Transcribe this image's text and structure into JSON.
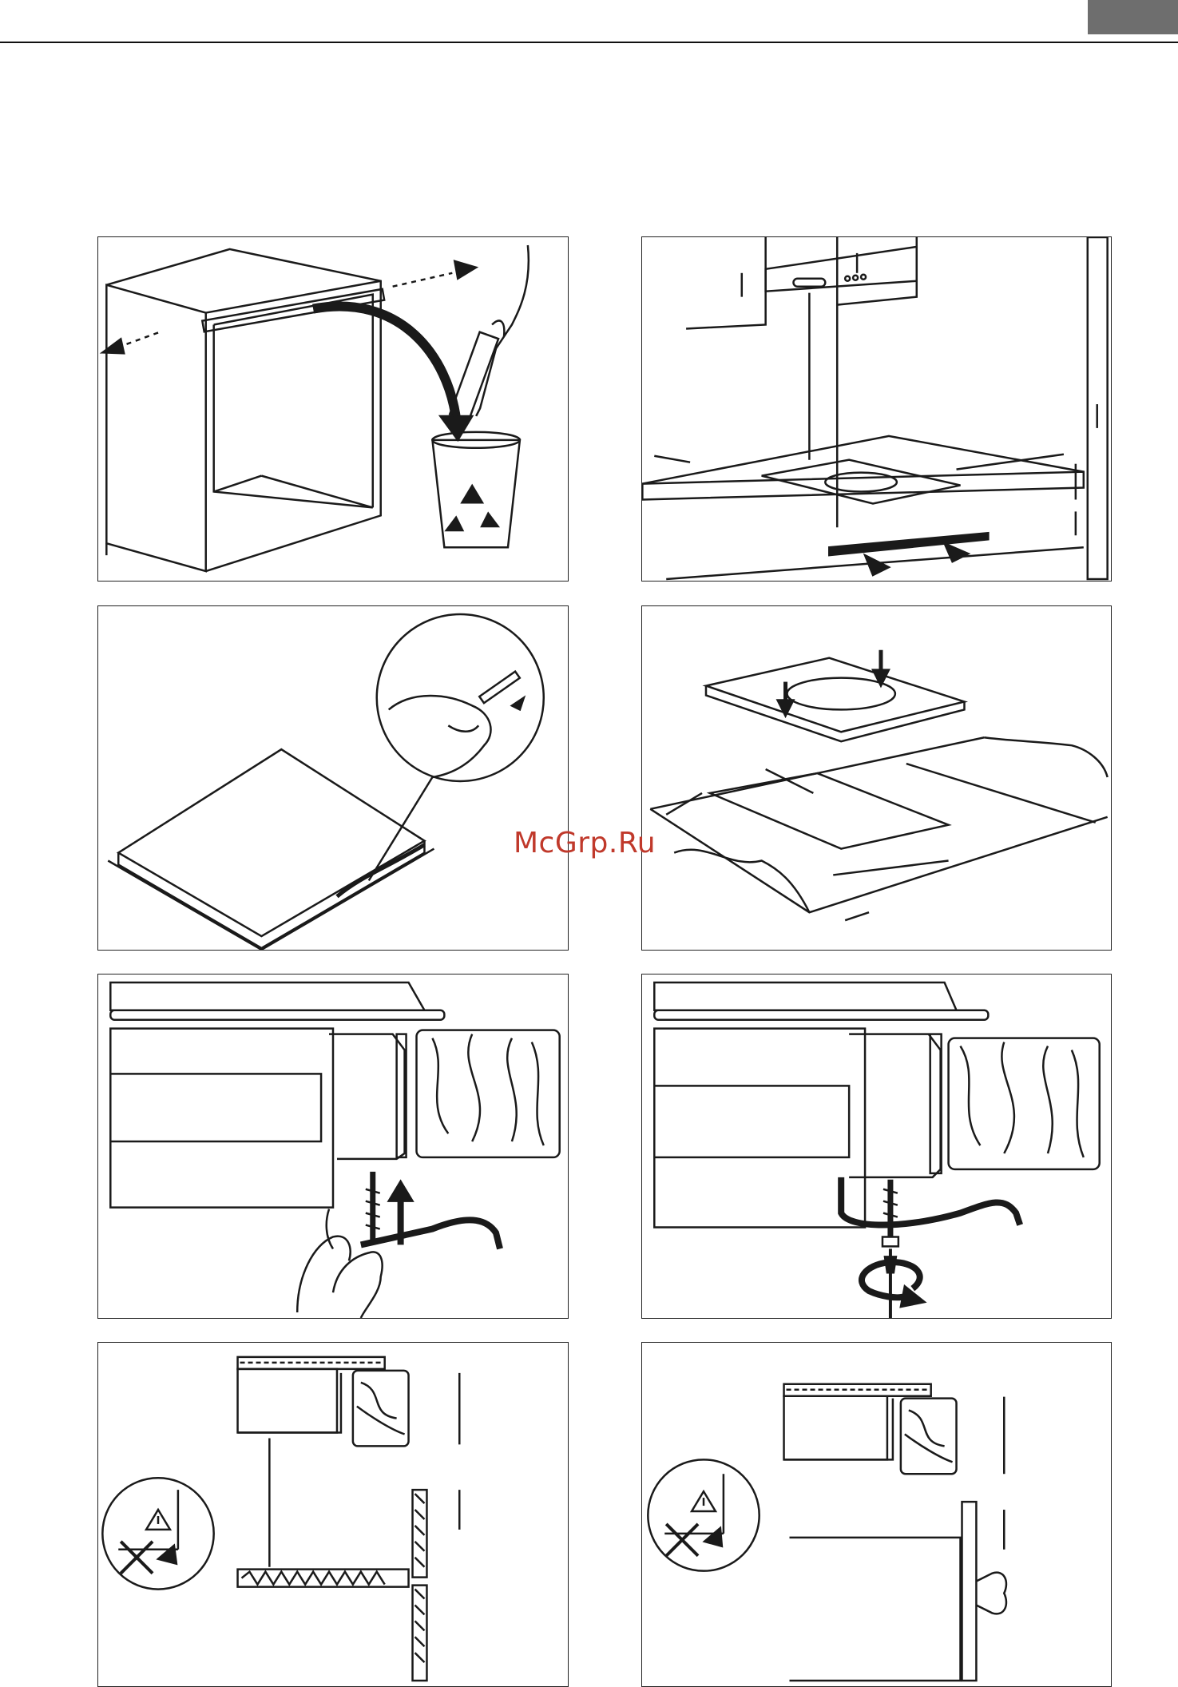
{
  "watermark": {
    "text": "McGrp.Ru"
  },
  "colors": {
    "line": "#1a1a1a",
    "tab": "#6e6e6e",
    "watermark": "#c0392b"
  },
  "panels": [
    {
      "id": "step-1",
      "icons": [
        "cabinet-icon",
        "arrow-left-icon",
        "arrow-right-icon",
        "curved-arrow-icon",
        "recycle-bin-icon",
        "hand-icon"
      ]
    },
    {
      "id": "step-2",
      "icons": [
        "wall-cabinet-icon",
        "cooker-hood-icon",
        "hob-icon",
        "dimension-arrow-icon",
        "drawer-arrow-icon"
      ]
    },
    {
      "id": "step-3",
      "icons": [
        "hob-underside-icon",
        "magnifier-icon",
        "hand-icon",
        "sealing-strip-icon"
      ]
    },
    {
      "id": "step-4",
      "icons": [
        "hob-icon",
        "worktop-cutout-icon",
        "down-arrow-icon",
        "dimension-arrow-icon"
      ]
    },
    {
      "id": "step-5",
      "icons": [
        "bracket-icon",
        "screw-icon",
        "up-arrow-icon",
        "hand-icon",
        "wood-grain-icon"
      ]
    },
    {
      "id": "step-6",
      "icons": [
        "bracket-icon",
        "screwdriver-icon",
        "rotate-arrow-icon",
        "wood-grain-icon"
      ]
    },
    {
      "id": "step-7",
      "icons": [
        "warning-icon",
        "cross-icon",
        "dimension-arrow-icon",
        "wood-grain-icon"
      ]
    },
    {
      "id": "step-8",
      "icons": [
        "warning-icon",
        "cross-icon",
        "dimension-arrow-icon",
        "wood-grain-icon",
        "drawer-knob-icon"
      ]
    }
  ]
}
